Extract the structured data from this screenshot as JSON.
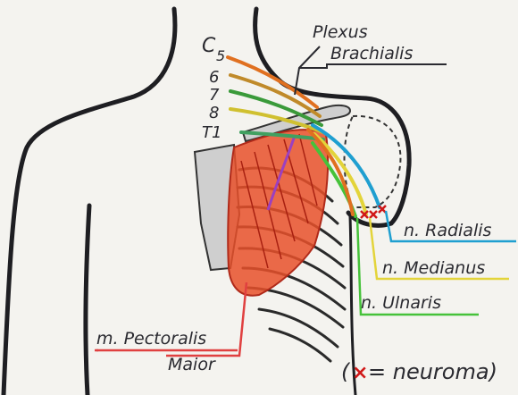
{
  "labels": {
    "plexus_line1": "Plexus",
    "plexus_line2": "Brachialis",
    "c5_prefix": "C",
    "c5_num": "5",
    "c6": "6",
    "c7": "7",
    "c8": "8",
    "t1": "T1",
    "radialis": "n. Radialis",
    "medianus": "n. Medianus",
    "ulnaris": "n. Ulnaris",
    "pectoralis_line1": "m. Pectoralis",
    "pectoralis_line2": "Maior",
    "legend_x": "×",
    "legend_text": "= neuroma)",
    "legend_open": "("
  },
  "colors": {
    "paper": "#f4f3ef",
    "outline": "#1e1e22",
    "bone_fill": "#cfcfcf",
    "radialis": "#1f9fd0",
    "medianus": "#e3d43a",
    "ulnaris": "#46c23a",
    "pectoralis": "#e04040",
    "muscle": "#e8502a",
    "neuroma": "#d01818"
  }
}
